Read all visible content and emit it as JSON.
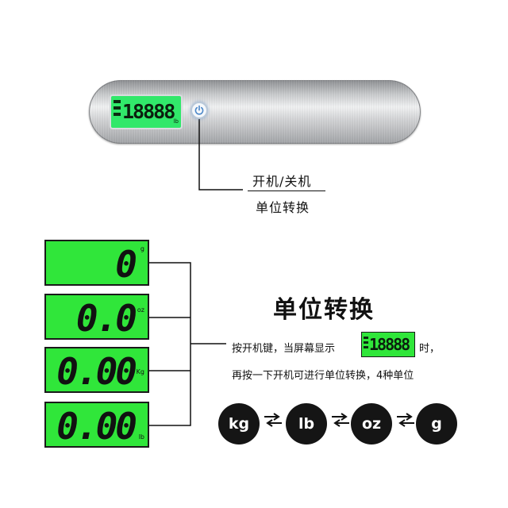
{
  "device": {
    "lcd_digits": "18888",
    "lcd_unit": "lb"
  },
  "callout": {
    "power_label": "开机/关机",
    "unit_label": "单位转换"
  },
  "panels": [
    {
      "value": "0",
      "unit": "g"
    },
    {
      "value": "0.0",
      "unit": "oz"
    },
    {
      "value": "0.00",
      "unit": "Kg"
    },
    {
      "value": "0.00",
      "unit": "lb"
    }
  ],
  "section": {
    "title": "单位转换",
    "desc_line1": "按开机键，当屏幕显示",
    "inline_lcd_digits": "18888",
    "desc_suffix": "时，",
    "desc_line2": "再按一下开机可进行单位转换，4种单位"
  },
  "unit_cycle": [
    "kg",
    "lb",
    "oz",
    "g"
  ],
  "icons": [
    "power-icon",
    "swap-arrows-icon"
  ],
  "colors": {
    "lcd_green": "#30e63a",
    "circle": "#151515"
  }
}
